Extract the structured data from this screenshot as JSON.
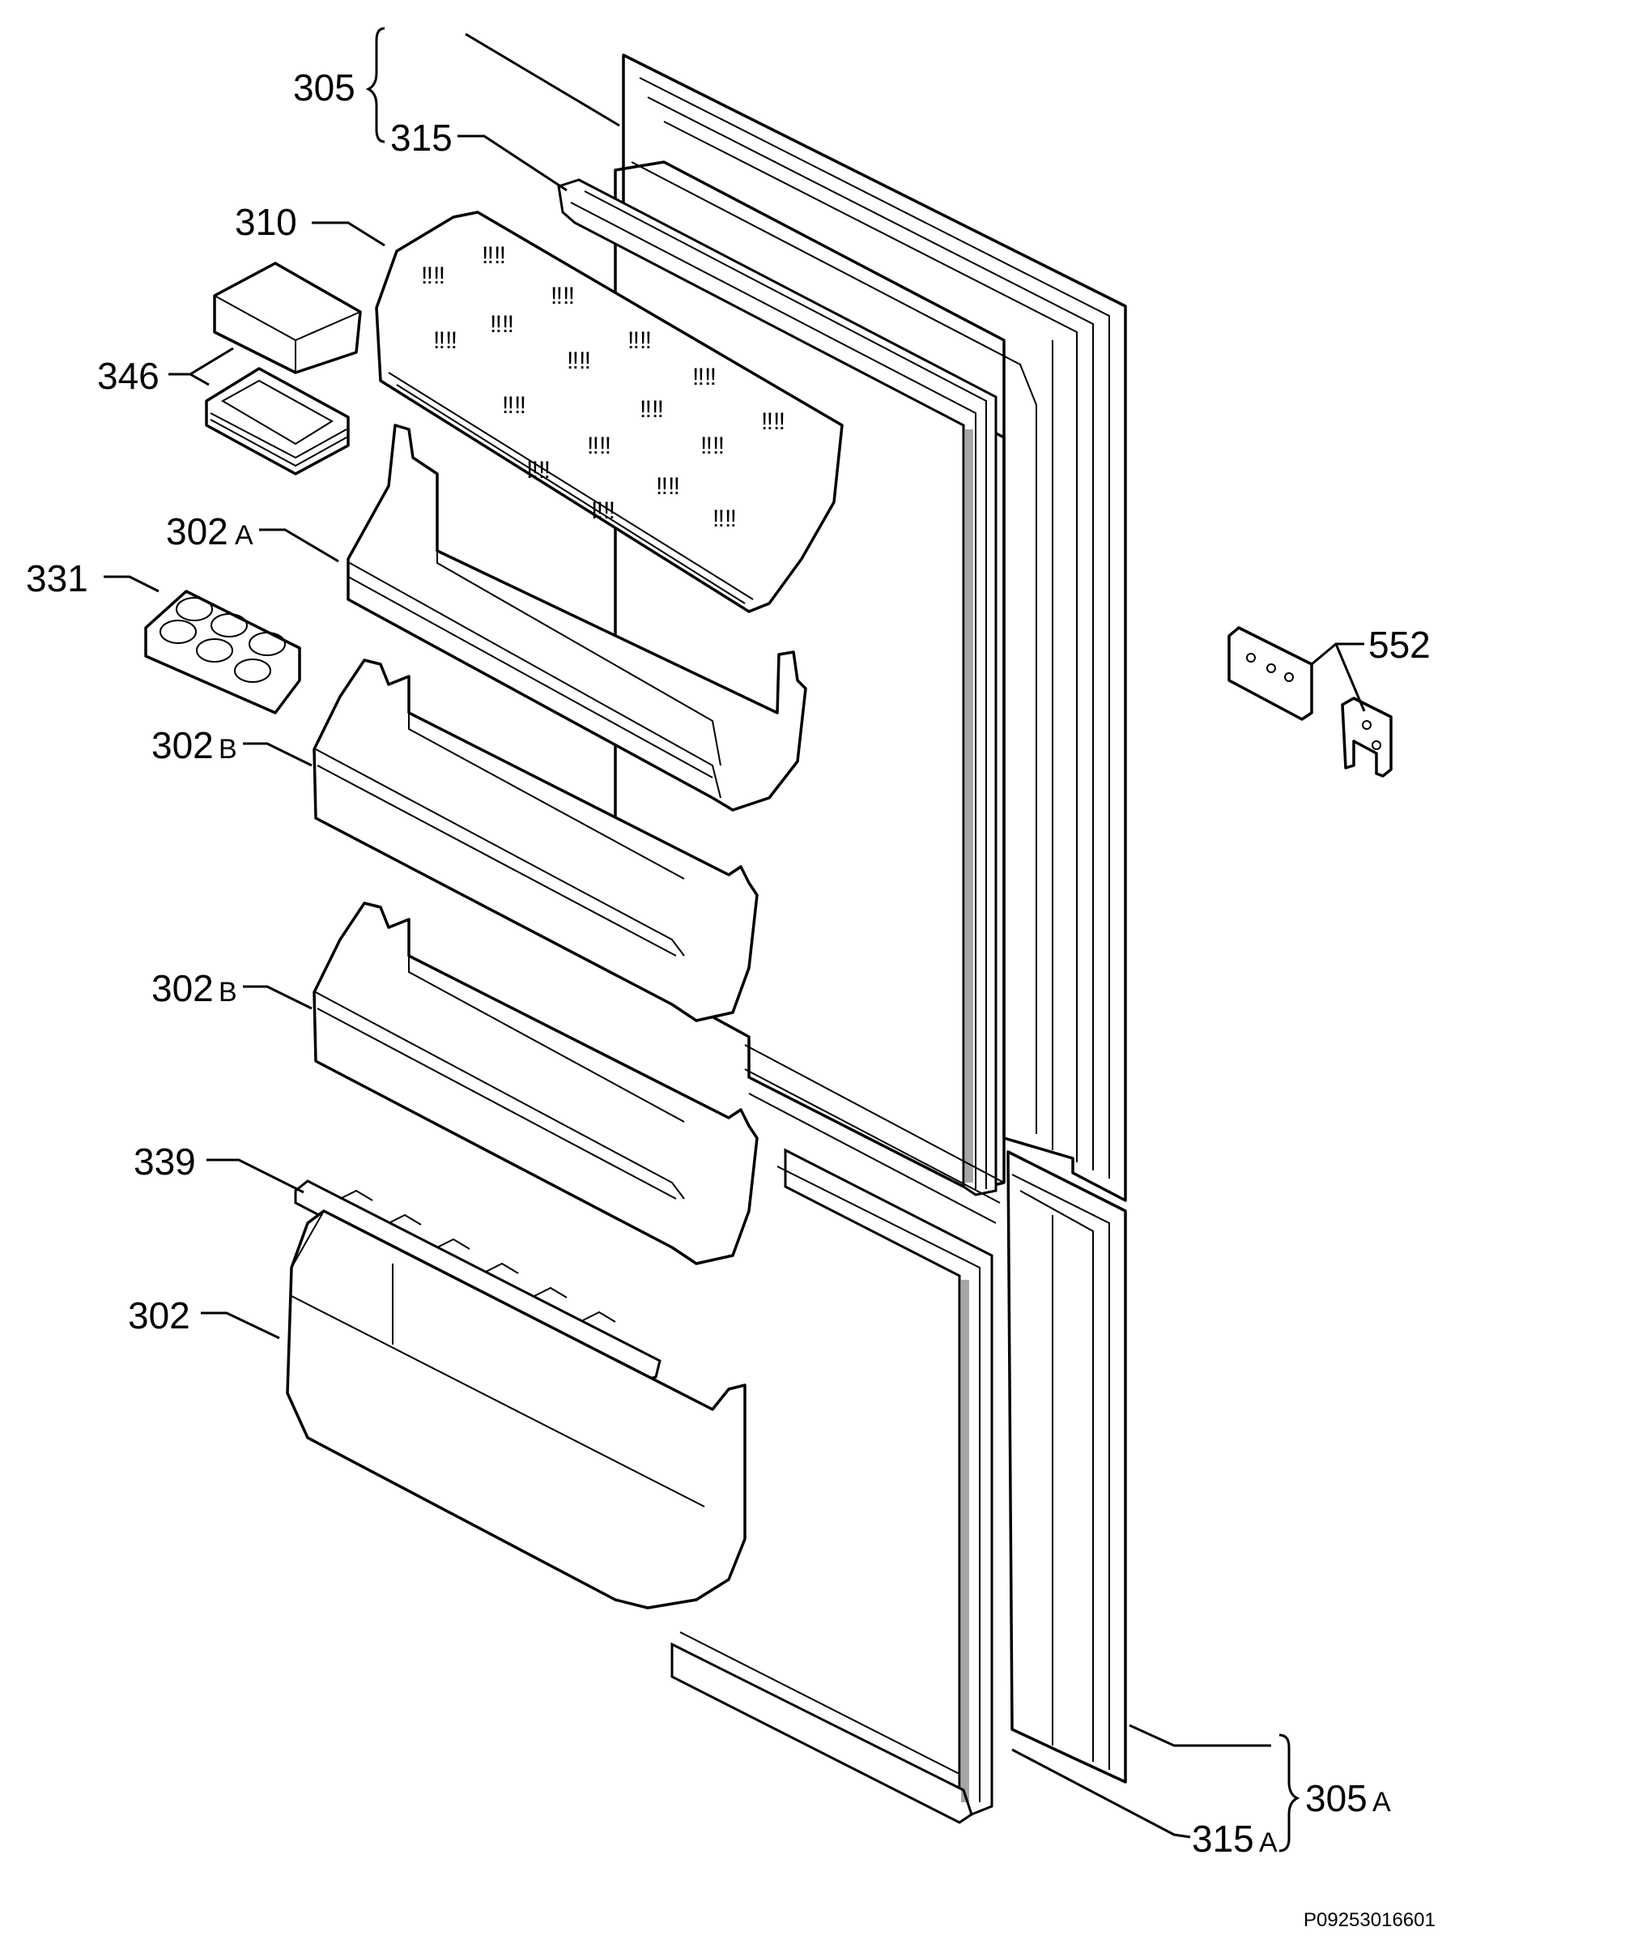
{
  "drawing_code": "P09253016601",
  "labels": {
    "l305": "305",
    "l315": "315",
    "l310": "310",
    "l346": "346",
    "l302a_num": "302",
    "l302a_sfx": "A",
    "l331": "331",
    "l302b1_num": "302",
    "l302b1_sfx": "B",
    "l302b2_num": "302",
    "l302b2_sfx": "B",
    "l339": "339",
    "l302": "302",
    "l552": "552",
    "l305a_num": "305",
    "l305a_sfx": "A",
    "l315a_num": "315",
    "l315a_sfx": "A"
  }
}
